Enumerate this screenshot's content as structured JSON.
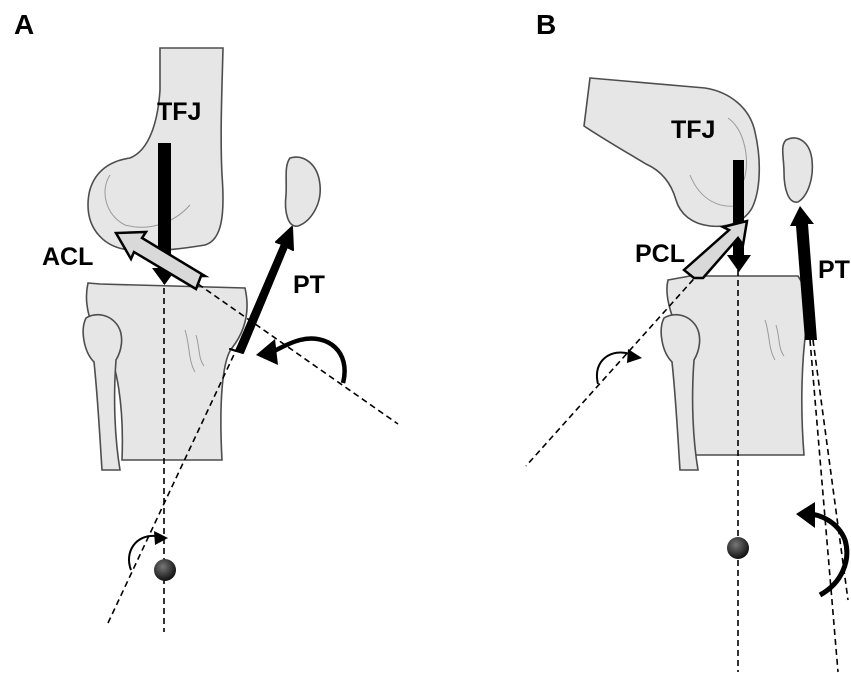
{
  "panels": [
    {
      "letter": "A",
      "labels": {
        "tfj": "TFJ",
        "ligament": "ACL",
        "pt": "PT"
      }
    },
    {
      "letter": "B",
      "labels": {
        "tfj": "TFJ",
        "ligament": "PCL",
        "pt": "PT"
      }
    }
  ],
  "colors": {
    "force_arrow": "#000000",
    "ligament_arrow": "#d9d9d9",
    "bone": "#e6e6e6",
    "pivot": "#222222"
  }
}
